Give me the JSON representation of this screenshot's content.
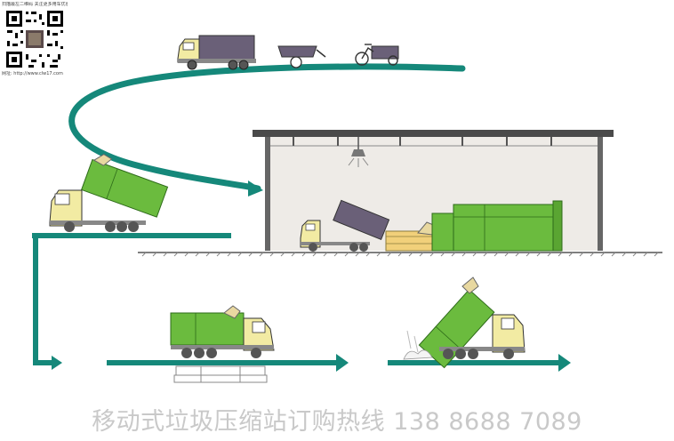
{
  "qr": {
    "top_text": "扫描最左二维码 关注更多用车优惠",
    "bottom_text": "网址: http://www.clw17.com"
  },
  "caption": "移动式垃圾压缩站订购热线 138 8688 7089",
  "colors": {
    "route_teal": "#15887a",
    "truck_cab": "#f2eba3",
    "compactor_green": "#6bbb3e",
    "container_purple": "#6a6078",
    "shed_wall": "#eeebe7",
    "caption_gray": "#c9c9c9"
  },
  "icons": [
    "qr-code-icon",
    "garbage-truck-icon",
    "handcart-icon",
    "tricycle-icon",
    "arrow-icon"
  ]
}
